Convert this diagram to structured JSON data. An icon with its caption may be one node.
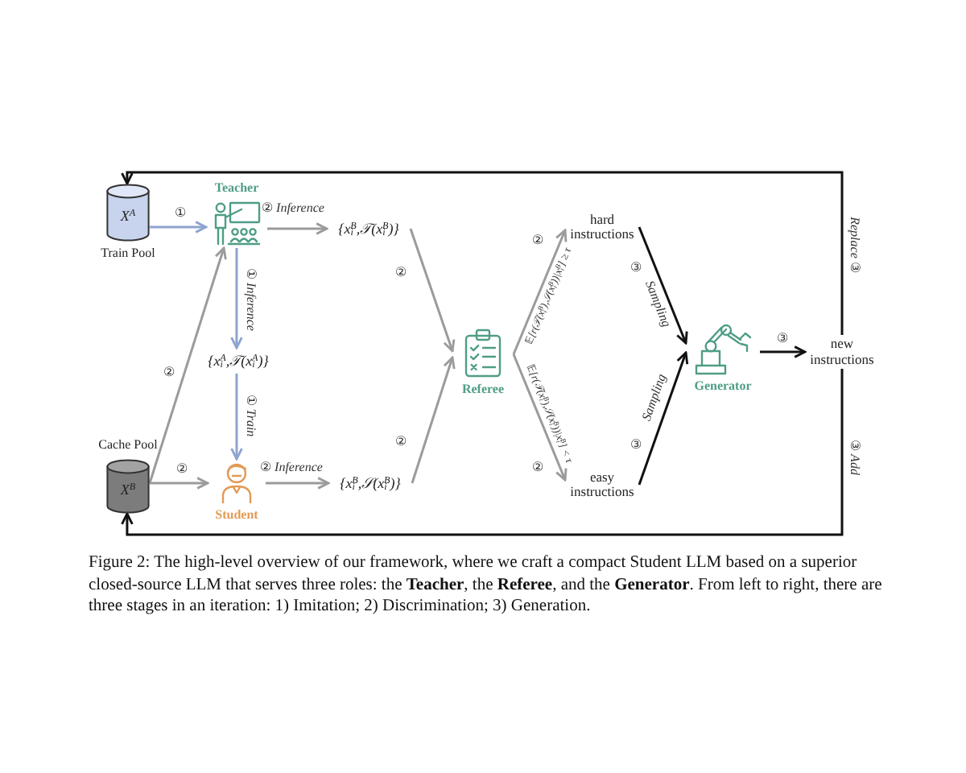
{
  "diagram": {
    "caption": "Figure 2: The high-level overview of our framework, where we craft a compact Student LLM based on a superior closed-source LLM that serves three roles: the **Teacher**, the **Referee**, and the **Generator**. From left to right, there are three stages in an iteration: 1) Imitation; 2) Discrimination; 3) Generation.",
    "nodes": [
      {
        "text": [
          "X$^{A}$"
        ],
        "beside": [
          "Train Pool"
        ]
      },
      {
        "text": [
          "Teacher"
        ]
      },
      {
        "text": [
          "{x$_{i}$$^{B}$,𝒯(x$_{i}$$^{B}$)}"
        ]
      },
      {
        "text": [
          "{x$_{i}$$^{A}$,𝒯(x$_{i}$$^{A}$)}"
        ]
      },
      {
        "text": [
          "X$^{B}$"
        ],
        "beside": [
          "Cache Pool"
        ]
      },
      {
        "text": [
          "Student"
        ]
      },
      {
        "text": [
          "{x$_{i}$$^{B}$,𝒮(x$_{i}$$^{B}$)}"
        ]
      },
      {
        "text": [
          "Referee"
        ]
      },
      {
        "text": [
          "hard instructions"
        ]
      },
      {
        "text": [
          "easy instructions"
        ]
      },
      {
        "text": [
          "Generator"
        ]
      },
      {
        "text": [
          "new instructions"
        ]
      }
    ],
    "edges": [
      {
        "from": 0,
        "to": 1,
        "arrow": "to",
        "label": "①",
        "color": "#8ea4cf"
      },
      {
        "from": 1,
        "to": 2,
        "arrow": "to",
        "label": "② *Inference*"
      },
      {
        "from": 1,
        "to": 3,
        "arrow": "to",
        "label": "① *Inference*",
        "color": "#8ea4cf"
      },
      {
        "from": 3,
        "to": 5,
        "arrow": "to",
        "label": "① *Train*",
        "color": "#8ea4cf"
      },
      {
        "from": 4,
        "to": 1,
        "arrow": "to",
        "label": "②"
      },
      {
        "from": 4,
        "to": 5,
        "arrow": "to",
        "label": "②"
      },
      {
        "from": 5,
        "to": 6,
        "arrow": "to",
        "label": "② *Inference*"
      },
      {
        "from": 2,
        "to": 7,
        "arrow": "to",
        "label": "②"
      },
      {
        "from": 6,
        "to": 7,
        "arrow": "to",
        "label": "②"
      },
      {
        "from": 7,
        "to": 8,
        "arrow": "to",
        "label": "𝔼[r(𝒯(x$_{i}$$^{B}$),𝒮(x$_{i}$$^{B}$))|x$_{i}$$^{B}$] ≥ τ"
      },
      {
        "from": 7,
        "to": 9,
        "arrow": "to",
        "label": "𝔼[r(𝒯(x$_{i}$$^{B}$),𝒮(x$_{i}$$^{B}$))|x$_{i}$$^{B}$] < τ"
      },
      {
        "from": 8,
        "to": 10,
        "arrow": "to",
        "label": "*Sampling*",
        "color": "#111111"
      },
      {
        "from": 9,
        "to": 10,
        "arrow": "to",
        "label": "*Sampling*",
        "color": "#111111"
      },
      {
        "from": 10,
        "to": 11,
        "arrow": "to",
        "label": "③",
        "color": "#111111"
      },
      {
        "from": 11,
        "to": 0,
        "arrow": "to",
        "label": "*Replace* ③",
        "color": "#111111"
      },
      {
        "from": 11,
        "to": 4,
        "arrow": "to",
        "label": "③ *Add*",
        "color": "#111111"
      }
    ],
    "labels": [
      "②",
      "③",
      "③",
      "②"
    ]
  }
}
